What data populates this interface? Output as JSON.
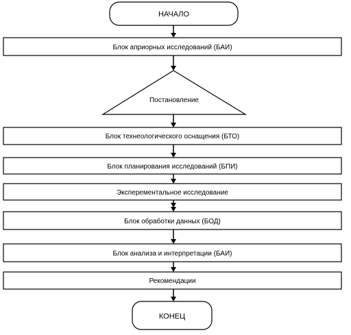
{
  "flowchart": {
    "start": "НАЧАЛО",
    "steps": [
      "Блок априорных исследований (БАИ)",
      "Постановление",
      "Блок технеологического оснащения (БТО)",
      "Блок планирования исследований (БПИ)",
      "Эксперементальное исследование",
      "Блок обработки данных (БОД)",
      "Блок анализа и интерпретации (БАИ)",
      "Рекомендации"
    ],
    "end": "КОНЕЦ"
  }
}
